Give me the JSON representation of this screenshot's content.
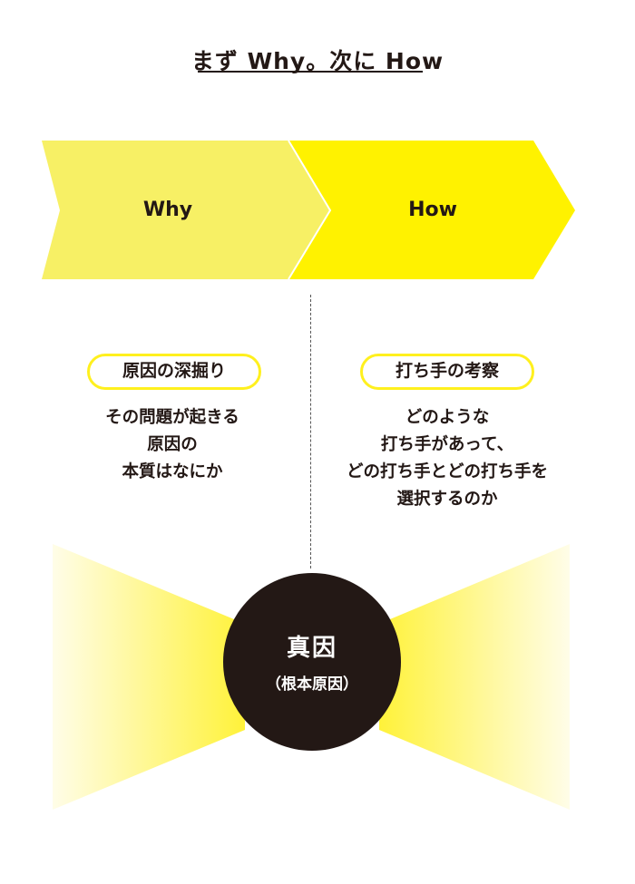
{
  "title": "まず Why。次に How",
  "arrows": {
    "why_label": "Why",
    "how_label": "How"
  },
  "why_column": {
    "pill_label": "原因の深掘り",
    "lines": [
      "その問題が起きる",
      "原因の",
      "本質はなにか"
    ]
  },
  "how_column": {
    "pill_label": "打ち手の考察",
    "lines": [
      "どのような",
      "打ち手があって、",
      "どの打ち手とどの打ち手を",
      "選択するのか"
    ]
  },
  "center": {
    "main": "真因",
    "sub": "（根本原因）"
  },
  "colors": {
    "why_arrow": "#f7f065",
    "how_arrow": "#fff200",
    "pill_border": "#fff01e",
    "circle": "#231815"
  }
}
